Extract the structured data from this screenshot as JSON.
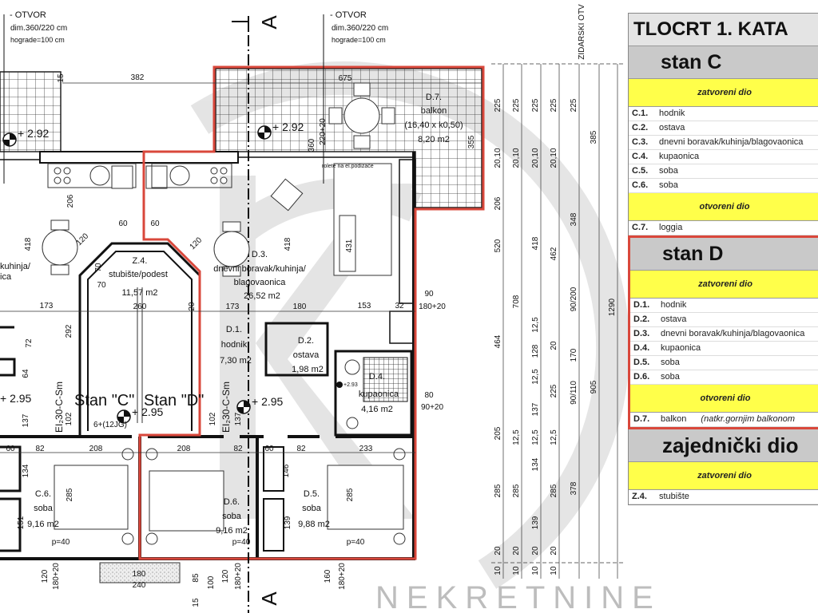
{
  "plan": {
    "notes": [
      {
        "title": "- OTVOR",
        "dim": "dim.360/220 cm",
        "hograde": "hograde=100 cm"
      },
      {
        "title": "- OTVOR",
        "dim": "dim.360/220 cm",
        "hograde": "hograde=100 cm"
      }
    ],
    "section_mark": "A",
    "elevations": [
      "+ 2.92",
      "+ 2.92",
      "+ 2.95",
      "+ 2.95",
      "+ 2.95",
      "+2.93"
    ],
    "stan_labels": [
      "Stan \"C\"",
      "Stan \"D\""
    ],
    "stair_note": "6+(12JG)",
    "fire_door": "EI₂30-C-Sm",
    "roller_note": "rolete na el.podizače",
    "rooms": {
      "z4": {
        "code": "Z.4.",
        "name": "stubište/podest",
        "area": "11,57 m2"
      },
      "d3": {
        "code": "D.3.",
        "name": "dnevni boravak/kuhinja/",
        "name2": "blagovaonica",
        "area": "26,52 m2"
      },
      "d1": {
        "code": "D.1.",
        "name": "hodnik",
        "area": "7,30 m2"
      },
      "d2": {
        "code": "D.2.",
        "name": "ostava",
        "area": "1,98 m2"
      },
      "d4": {
        "code": "D.4.",
        "name": "kupaonica",
        "area": "4,16 m2"
      },
      "c6": {
        "code": "C.6.",
        "name": "soba",
        "area": "9,16 m2"
      },
      "d6": {
        "code": "D.6.",
        "name": "soba",
        "area": "9,16 m2"
      },
      "d5": {
        "code": "D.5.",
        "name": "soba",
        "area": "9,88 m2"
      },
      "d7": {
        "code": "D.7.",
        "name": "balkon",
        "size": "(16,40 x k0,50)",
        "area": "8,20 m2"
      },
      "c3": {
        "name": "kuhinja/",
        "name2": "ica"
      }
    },
    "dims": [
      "382",
      "15",
      "675",
      "360",
      "220+20",
      "355",
      "206",
      "418",
      "418",
      "431",
      "60",
      "60",
      "173",
      "260",
      "173",
      "180",
      "153",
      "32",
      "90",
      "180+20",
      "80",
      "90+20",
      "70",
      "292",
      "72",
      "64",
      "137",
      "102",
      "102",
      "137",
      "208",
      "208",
      "82",
      "60",
      "82",
      "233",
      "60",
      "82",
      "285",
      "285",
      "151",
      "139",
      "134",
      "146",
      "120",
      "180+20",
      "180",
      "240",
      "85",
      "100",
      "120",
      "180+20",
      "160",
      "180+20",
      "p=40",
      "p=40",
      "p=40",
      "120",
      "120",
      "70",
      "20",
      "15"
    ]
  },
  "dimension_column": {
    "header": "ZIDARSKI OTV",
    "labels": [
      "225",
      "225",
      "225",
      "225",
      "225",
      "20,10",
      "20,10",
      "20,10",
      "20,10",
      "206",
      "520",
      "708",
      "464",
      "285",
      "285",
      "418",
      "128",
      "137",
      "134",
      "139",
      "462",
      "225",
      "285",
      "348",
      "90/200",
      "170",
      "90/110",
      "378",
      "385",
      "905",
      "1290",
      "10",
      "10",
      "10",
      "10",
      "12,5",
      "12,5",
      "12,5",
      "12,5",
      "12,5",
      "20",
      "20",
      "20",
      "20",
      "20",
      "205"
    ]
  },
  "legend": {
    "title": "TLOCRT 1. KATA",
    "stan_c": {
      "heading": "stan C",
      "closed": "zatvoreni dio",
      "rows": [
        {
          "code": "C.1.",
          "name": "hodnik"
        },
        {
          "code": "C.2.",
          "name": "ostava"
        },
        {
          "code": "C.3.",
          "name": "dnevni boravak/kuhinja/blagovaonica"
        },
        {
          "code": "C.4.",
          "name": "kupaonica"
        },
        {
          "code": "C.5.",
          "name": "soba"
        },
        {
          "code": "C.6.",
          "name": "soba"
        }
      ],
      "open": "otvoreni dio",
      "open_rows": [
        {
          "code": "C.7.",
          "name": "loggia"
        }
      ]
    },
    "stan_d": {
      "heading": "stan D",
      "closed": "zatvoreni dio",
      "rows": [
        {
          "code": "D.1.",
          "name": "hodnik"
        },
        {
          "code": "D.2.",
          "name": "ostava"
        },
        {
          "code": "D.3.",
          "name": "dnevni boravak/kuhinja/blagovaonica"
        },
        {
          "code": "D.4.",
          "name": "kupaonica"
        },
        {
          "code": "D.5.",
          "name": "soba"
        },
        {
          "code": "D.6.",
          "name": "soba"
        }
      ],
      "open": "otvoreni dio",
      "open_rows": [
        {
          "code": "D.7.",
          "name": "balkon",
          "note": "(natkr.gornjim balkonom"
        }
      ]
    },
    "common": {
      "heading": "zajednički dio",
      "closed": "zatvoreni dio",
      "rows": [
        {
          "code": "Z.4.",
          "name": "stubište"
        }
      ]
    }
  },
  "watermark": {
    "brand": "NEKRETNINE",
    "logo": "K2"
  },
  "colors": {
    "unit_outline": "#d9473b",
    "legend_yellow": "#ffff4a",
    "legend_gray": "#c9c9c9",
    "watermark": "#d8d8d8"
  }
}
